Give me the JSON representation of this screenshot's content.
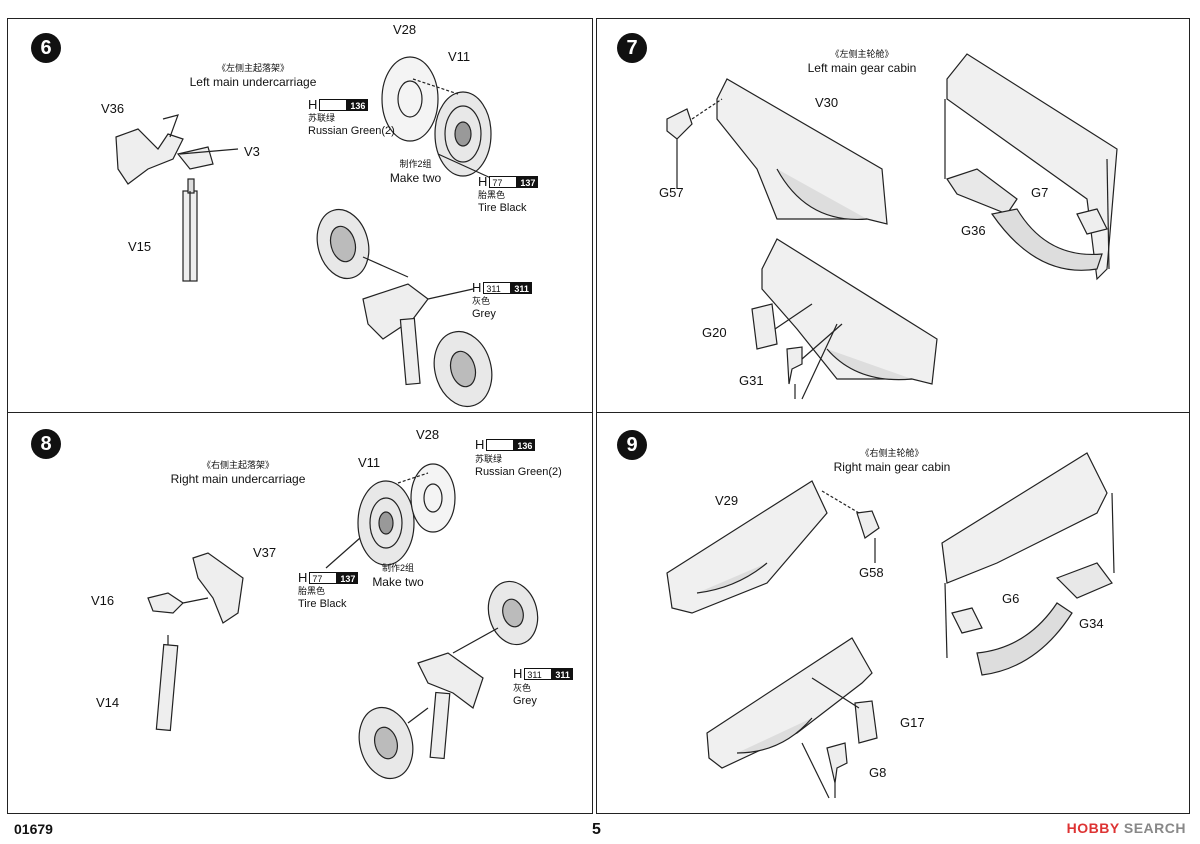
{
  "page": {
    "code": "01679",
    "number": "5"
  },
  "watermark": {
    "logo_text": "HOBBY",
    "suffix": "SEARCH"
  },
  "step6": {
    "num": "6",
    "title_zh": "《左侧主起落架》",
    "title_en": "Left main undercarriage",
    "parts": {
      "v28": "V28",
      "v11": "V11",
      "v36": "V36",
      "v3": "V3",
      "v15": "V15"
    },
    "make_zh": "制作2组",
    "make_en": "Make two",
    "paint1": {
      "h": "H",
      "code1": "",
      "code2": "136",
      "zh": "苏联绿",
      "en": "Russian Green(2)"
    },
    "paint2": {
      "h": "H",
      "code1": "77",
      "code2": "137",
      "zh": "胎黑色",
      "en": "Tire Black"
    },
    "paint3": {
      "h": "H",
      "code1": "311",
      "code2": "311",
      "zh": "灰色",
      "en": "Grey"
    }
  },
  "step7": {
    "num": "7",
    "title_zh": "《左侧主轮舱》",
    "title_en": "Left main gear cabin",
    "parts": {
      "v30": "V30",
      "g57": "G57",
      "g7": "G7",
      "g36": "G36",
      "g20": "G20",
      "g31": "G31"
    }
  },
  "step8": {
    "num": "8",
    "title_zh": "《右侧主起落架》",
    "title_en": "Right main undercarriage",
    "parts": {
      "v28": "V28",
      "v11": "V11",
      "v37": "V37",
      "v16": "V16",
      "v14": "V14"
    },
    "make_zh": "制作2组",
    "make_en": "Make two",
    "paint1": {
      "h": "H",
      "code1": "",
      "code2": "136",
      "zh": "苏联绿",
      "en": "Russian Green(2)"
    },
    "paint2": {
      "h": "H",
      "code1": "77",
      "code2": "137",
      "zh": "胎黑色",
      "en": "Tire Black"
    },
    "paint3": {
      "h": "H",
      "code1": "311",
      "code2": "311",
      "zh": "灰色",
      "en": "Grey"
    }
  },
  "step9": {
    "num": "9",
    "title_zh": "《右侧主轮舱》",
    "title_en": "Right main gear cabin",
    "parts": {
      "v29": "V29",
      "g58": "G58",
      "g6": "G6",
      "g34": "G34",
      "g17": "G17",
      "g8": "G8"
    }
  }
}
